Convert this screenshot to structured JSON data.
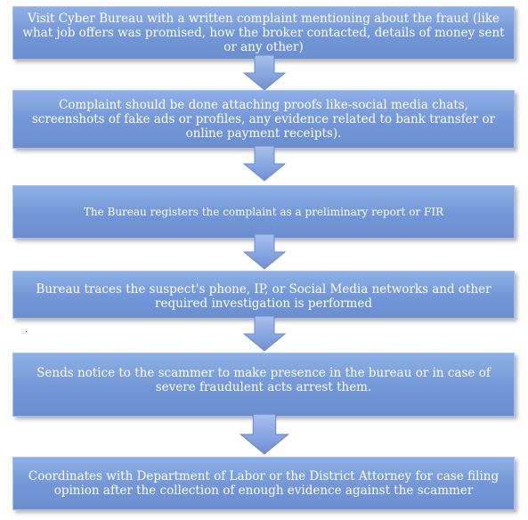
{
  "steps": [
    {
      "text": "Visit Cyber Bureau with a written complaint mentioning about the fraud (like what job offers was promised, how the broker contacted, details of money sent or any other)"
    },
    {
      "text": "Complaint should be done attaching proofs like-social media chats, screenshots of fake ads or profiles, any evidence related to bank transfer or online payment receipts)."
    },
    {
      "text": "The Bureau registers the complaint as a preliminary report or FIR"
    },
    {
      "text": "Bureau traces the suspect's phone, IP, or Social Media networks and other required investigation is performed"
    },
    {
      "text": "Sends notice to the scammer to make presence in the bureau or in case of severe fraudulent acts arrest them."
    },
    {
      "text": "Coordinates with Department of Labor or the District Attorney for case filing opinion after the collection of enough evidence against the scammer"
    }
  ],
  "stray_mark": ".",
  "colors": {
    "box": "#7296d6",
    "arrow": "#7f9fdc",
    "text": "#ffffff"
  }
}
